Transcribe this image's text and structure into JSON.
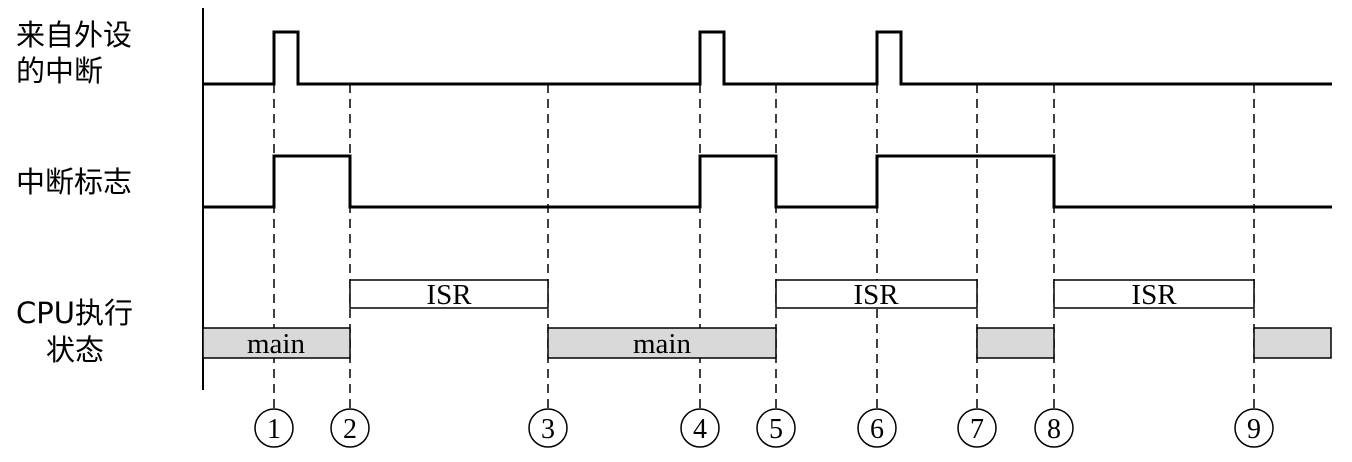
{
  "rows": {
    "peripheral_interrupt": [
      "来自外设",
      "的中断"
    ],
    "interrupt_flag": [
      "中断标志"
    ],
    "cpu_state": [
      "CPU执行",
      "状态"
    ]
  },
  "blocks": {
    "isr_1": "ISR",
    "isr_2": "ISR",
    "isr_3": "ISR",
    "main_1": "main",
    "main_2": "main",
    "main_3": "",
    "main_4": ""
  },
  "markers": [
    "1",
    "2",
    "3",
    "4",
    "5",
    "6",
    "7",
    "8",
    "9"
  ]
}
